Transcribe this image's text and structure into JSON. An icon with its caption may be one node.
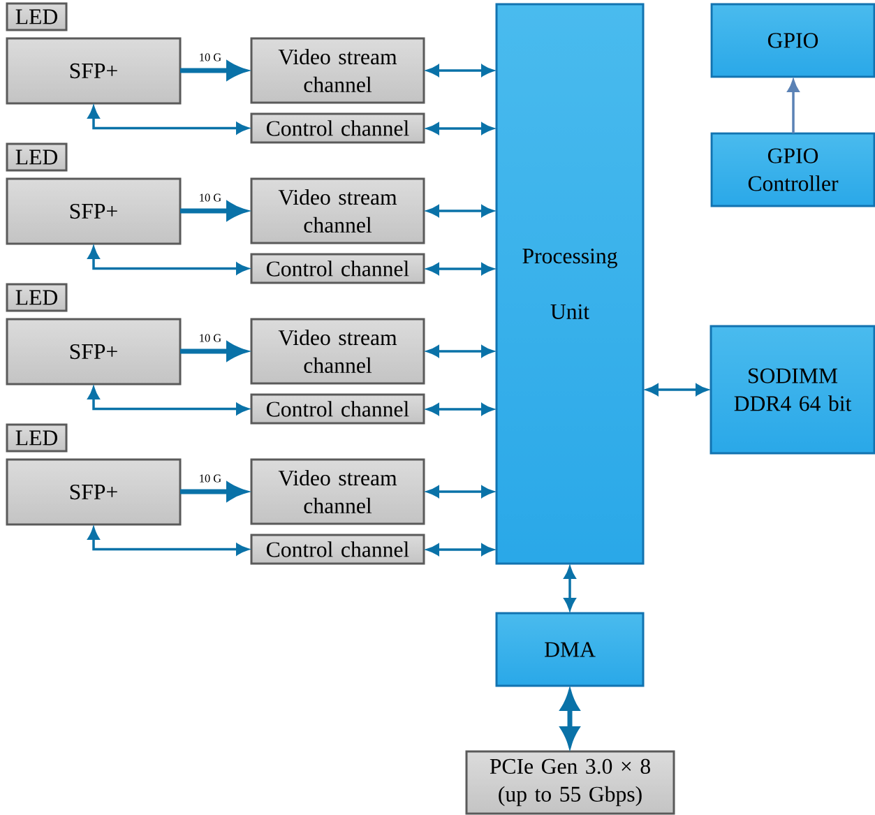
{
  "diagram": {
    "nodes": [
      {
        "text": [
          "LED"
        ]
      },
      {
        "text": [
          "SFP+"
        ]
      },
      {
        "text": [
          "Video stream channel"
        ]
      },
      {
        "text": [
          "Control  channel"
        ]
      },
      {
        "text": [
          "LED"
        ]
      },
      {
        "text": [
          "SFP+"
        ]
      },
      {
        "text": [
          "Video stream channel"
        ]
      },
      {
        "text": [
          "Control  channel"
        ]
      },
      {
        "text": [
          "LED"
        ]
      },
      {
        "text": [
          "SFP+"
        ]
      },
      {
        "text": [
          "Video stream channel"
        ]
      },
      {
        "text": [
          "Control  channel"
        ]
      },
      {
        "text": [
          "LED"
        ]
      },
      {
        "text": [
          "SFP+"
        ]
      },
      {
        "text": [
          "Video stream channel"
        ]
      },
      {
        "text": [
          "Control  channel"
        ]
      },
      {
        "text": [
          "Processing Unit"
        ]
      },
      {
        "text": [
          "GPIO"
        ]
      },
      {
        "text": [
          "GPIO Controller"
        ]
      },
      {
        "text": [
          "SODIMM DDR4 64 bit"
        ]
      },
      {
        "text": [
          "DMA"
        ]
      },
      {
        "text": [
          "PCIe Gen 3.0 × 8 (up to 55 Gbps)"
        ]
      }
    ],
    "edges": [
      {
        "from": 1,
        "to": 2,
        "arrow": "to",
        "style": "thick",
        "label": "10 G"
      },
      {
        "from": 3,
        "to": 1,
        "arrow": "both"
      },
      {
        "from": 2,
        "to": 16,
        "arrow": "both"
      },
      {
        "from": 3,
        "to": 16,
        "arrow": "both"
      },
      {
        "from": 5,
        "to": 6,
        "arrow": "to",
        "style": "thick",
        "label": "10 G"
      },
      {
        "from": 7,
        "to": 5,
        "arrow": "both"
      },
      {
        "from": 6,
        "to": 16,
        "arrow": "both"
      },
      {
        "from": 7,
        "to": 16,
        "arrow": "both"
      },
      {
        "from": 9,
        "to": 10,
        "arrow": "to",
        "style": "thick",
        "label": "10 G"
      },
      {
        "from": 11,
        "to": 9,
        "arrow": "both"
      },
      {
        "from": 10,
        "to": 16,
        "arrow": "both"
      },
      {
        "from": 11,
        "to": 16,
        "arrow": "both"
      },
      {
        "from": 13,
        "to": 14,
        "arrow": "to",
        "style": "thick",
        "label": "10 G"
      },
      {
        "from": 15,
        "to": 13,
        "arrow": "both"
      },
      {
        "from": 14,
        "to": 16,
        "arrow": "both"
      },
      {
        "from": 15,
        "to": 16,
        "arrow": "both"
      },
      {
        "from": 18,
        "to": 17,
        "arrow": "to",
        "color": "#5b82b5"
      },
      {
        "from": 16,
        "to": 19,
        "arrow": "both"
      },
      {
        "from": 16,
        "to": 20,
        "arrow": "both"
      },
      {
        "from": 20,
        "to": 21,
        "arrow": "both",
        "style": "thick"
      }
    ]
  }
}
